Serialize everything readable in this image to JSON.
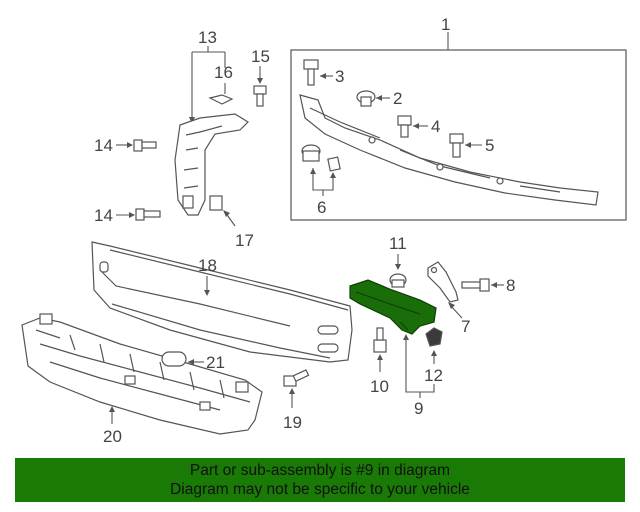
{
  "callouts": {
    "n1": "1",
    "n2": "2",
    "n3": "3",
    "n4": "4",
    "n5": "5",
    "n6": "6",
    "n7": "7",
    "n8": "8",
    "n9": "9",
    "n10": "10",
    "n11": "11",
    "n12": "12",
    "n13": "13",
    "n14a": "14",
    "n14b": "14",
    "n15": "15",
    "n16": "16",
    "n17": "17",
    "n18": "18",
    "n19": "19",
    "n20": "20",
    "n21": "21"
  },
  "banner": {
    "line1": "Part or sub-assembly is #9 in diagram",
    "line2": "Diagram may not be specific to your vehicle"
  },
  "colors": {
    "highlight": "#1a6e0a",
    "banner_bg": "#1a7a06",
    "line": "#555555"
  }
}
